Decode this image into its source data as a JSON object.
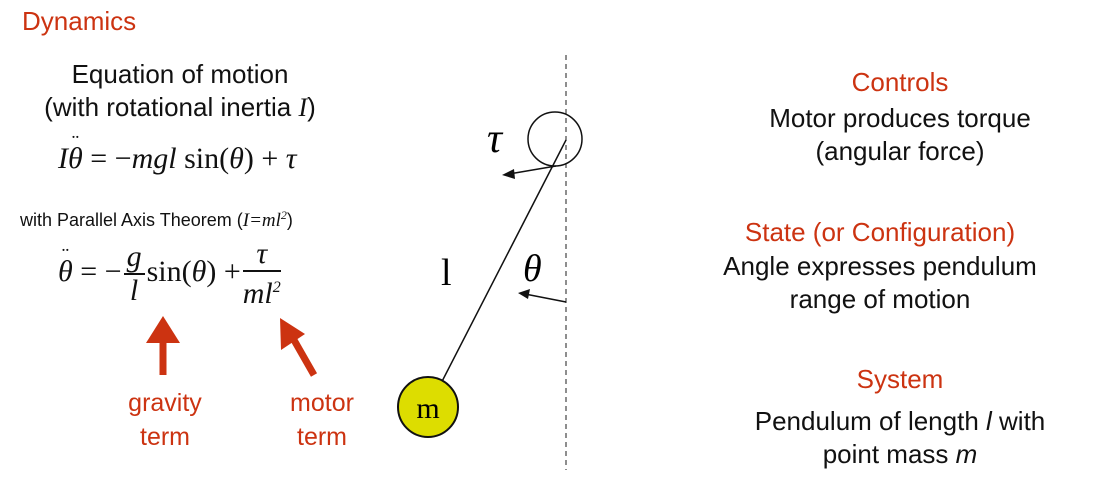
{
  "dynamics": {
    "title": "Dynamics",
    "eom_line1": "Equation of motion",
    "eom_line2_prefix": "(with rotational inertia ",
    "eom_line2_var": "I",
    "eom_line2_suffix": ")",
    "parallel_prefix": "with Parallel Axis Theorem (",
    "parallel_formula": "I=ml",
    "parallel_exp": "2",
    "parallel_suffix": ")",
    "gravity_label_1": "gravity",
    "gravity_label_2": "term",
    "motor_label_1": "motor",
    "motor_label_2": "term"
  },
  "diagram": {
    "torque_symbol": "τ",
    "length_symbol": "l",
    "angle_symbol": "θ",
    "mass_symbol": "m",
    "mass_color": "#dddd00"
  },
  "controls": {
    "title": "Controls",
    "line1": "Motor produces torque",
    "line2": "(angular force)"
  },
  "state": {
    "title": "State (or Configuration)",
    "line1": "Angle expresses pendulum",
    "line2": "range of motion"
  },
  "system": {
    "title": "System",
    "line1_prefix": "Pendulum of length ",
    "line1_var": "l",
    "line1_suffix": " with",
    "line2_prefix": "point mass ",
    "line2_var": "m"
  },
  "colors": {
    "accent_red": "#cc3311"
  }
}
